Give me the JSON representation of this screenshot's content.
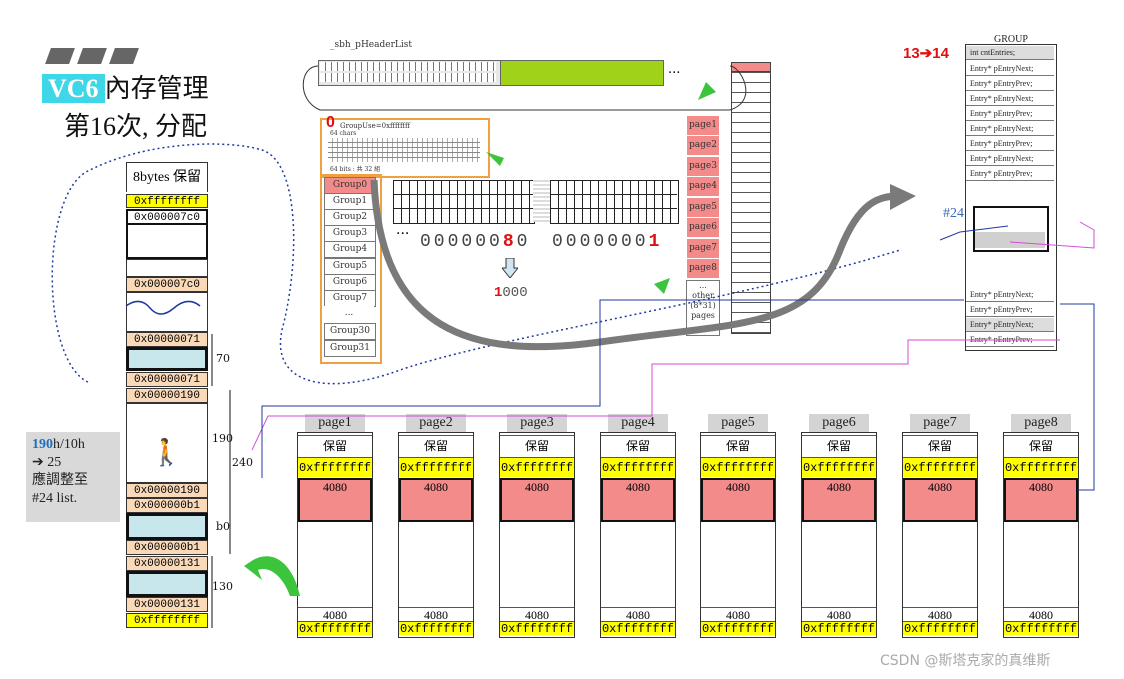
{
  "title": {
    "tag": "VC6",
    "line1": "內存管理",
    "line2": "第16次, 分配"
  },
  "left_column": {
    "header": "8bytes 保留",
    "cells": [
      "0xffffffff",
      "0x000007c0",
      "0x000007c0",
      "0x00000071",
      "0x00000071",
      "0x00000190",
      "0x00000190",
      "0x000000b1",
      "0x000000b1",
      "0x00000131",
      "0x00000131",
      "0xffffffff"
    ],
    "dims": [
      "70",
      "190",
      "240",
      "b0",
      "130"
    ]
  },
  "note": {
    "num": "190",
    "line1": "h/10h",
    "line2": "➔ 25",
    "line3": "應調整至",
    "line4": "#24 list."
  },
  "header_list": {
    "label": "_sbh_pHeaderList",
    "dots": "..."
  },
  "region": {
    "line1": "GroupUse=0xffffffff",
    "line2": "64 chars",
    "line3": "64 bits : 共 32 組",
    "zero": "0"
  },
  "groups": [
    "Group0",
    "Group1",
    "Group2",
    "Group3",
    "Group4",
    "Group5",
    "Group6",
    "Group7",
    "...",
    "Group30",
    "Group31"
  ],
  "bits": {
    "left_a": "000000",
    "left_red": "8",
    "left_b": "0",
    "right_a": "0000000",
    "right_red": "1",
    "dots": "...",
    "down_red": "1",
    "down_rest": "000"
  },
  "page_list": [
    "page1",
    "page2",
    "page3",
    "page4",
    "page5",
    "page6",
    "page7",
    "page8"
  ],
  "page_other": [
    "...",
    "other",
    "(8*31)",
    "pages"
  ],
  "group_struct": {
    "title": "GROUP",
    "count_label": "13➔14",
    "first_field": "int  cntEntries;",
    "entries": [
      "Entry*   pEntryNext;",
      "Entry*   pEntryPrev;",
      "Entry*   pEntryNext;",
      "Entry*   pEntryPrev;",
      "Entry*   pEntryNext;",
      "Entry*   pEntryPrev;",
      "Entry*   pEntryNext;",
      "Entry*   pEntryPrev;"
    ],
    "list_label": "#24",
    "bottom_entries": [
      "Entry*   pEntryNext;",
      "Entry*   pEntryPrev;",
      "Entry*   pEntryNext;",
      "Entry*   pEntryPrev;"
    ]
  },
  "pages": [
    {
      "tab": "page1",
      "reserve": "保留",
      "top": "0xffffffff",
      "size": "4080",
      "bottom_size": "4080",
      "bottom": "0xffffffff"
    },
    {
      "tab": "page2",
      "reserve": "保留",
      "top": "0xffffffff",
      "size": "4080",
      "bottom_size": "4080",
      "bottom": "0xffffffff"
    },
    {
      "tab": "page3",
      "reserve": "保留",
      "top": "0xffffffff",
      "size": "4080",
      "bottom_size": "4080",
      "bottom": "0xffffffff"
    },
    {
      "tab": "page4",
      "reserve": "保留",
      "top": "0xffffffff",
      "size": "4080",
      "bottom_size": "4080",
      "bottom": "0xffffffff"
    },
    {
      "tab": "page5",
      "reserve": "保留",
      "top": "0xffffffff",
      "size": "4080",
      "bottom_size": "4080",
      "bottom": "0xffffffff"
    },
    {
      "tab": "page6",
      "reserve": "保留",
      "top": "0xffffffff",
      "size": "4080",
      "bottom_size": "4080",
      "bottom": "0xffffffff"
    },
    {
      "tab": "page7",
      "reserve": "保留",
      "top": "0xffffffff",
      "size": "4080",
      "bottom_size": "4080",
      "bottom": "0xffffffff"
    },
    {
      "tab": "page8",
      "reserve": "保留",
      "top": "0xffffffff",
      "size": "4080",
      "bottom_size": "4080",
      "bottom": "0xffffffff"
    }
  ],
  "credit": "CSDN @斯塔克家的真维斯",
  "colors": {
    "peach": "#f9d9b8",
    "yellow": "#ffff00",
    "pink": "#f48b8b",
    "green": "#9fd219",
    "cyan": "#3fd6e8"
  }
}
